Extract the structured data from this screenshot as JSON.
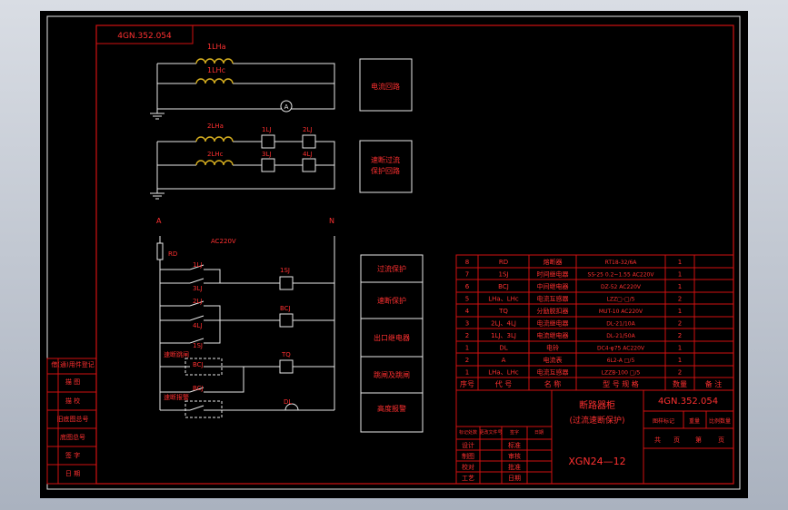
{
  "drawing": {
    "number_top": "4GN.352.054",
    "sections": {
      "current_circuit": "电流回路",
      "instant_overcurrent": [
        "速断过流",
        "保护回路"
      ]
    },
    "ac_circuit": {
      "phase": "A",
      "neutral": "N",
      "voltage": "AC220V",
      "fuse": "RD",
      "functions": [
        "过流保护",
        "速断保护",
        "出口继电器",
        "跳闸及跳闸",
        "高度报警"
      ]
    },
    "labels": {
      "ct_1a": "1LHa",
      "ct_1c": "1LHc",
      "ammeter": "A",
      "ct_2a": "2LHa",
      "ct_2c": "2LHc",
      "r_1lj": "1LJ",
      "r_2lj": "2LJ",
      "r_3lj": "3LJ",
      "r_4lj": "4LJ",
      "c_1lj": "1LJ",
      "c_3lj": "3LJ",
      "c_2lj": "2LJ",
      "c_4lj": "4LJ",
      "c_1sj": "1SJ",
      "c_bcj": "BCJ",
      "c_bcj2": "BCJ",
      "coil_1sj": "1SJ",
      "coil_bcj": "BCJ",
      "coil_tq": "TQ",
      "bell": "DL",
      "note_1": "速断跳闸",
      "note_2": "速断报警"
    },
    "bom": {
      "rows": [
        [
          "8",
          "RD",
          "熔断器",
          "RT18-32/6A",
          "1",
          ""
        ],
        [
          "7",
          "1SJ",
          "时间继电器",
          "SS-25 0.2~1.55 AC220V",
          "1",
          ""
        ],
        [
          "6",
          "BCJ",
          "中间继电器",
          "DZ-52  AC220V",
          "1",
          ""
        ],
        [
          "5",
          "LHa、LHc",
          "电流互感器",
          "LZZ□-□/5",
          "2",
          ""
        ],
        [
          "4",
          "TQ",
          "分励脱扣器",
          "MUT-10 AC220V",
          "1",
          ""
        ],
        [
          "3",
          "2LJ、4LJ",
          "电流继电器",
          "DL-21/10A",
          "2",
          ""
        ],
        [
          "2",
          "1LJ、3LJ",
          "电流继电器",
          "DL-21/50A",
          "2",
          ""
        ],
        [
          "1",
          "DL",
          "电铃",
          "DC4-φ75 AC220V",
          "1",
          ""
        ],
        [
          "2",
          "A",
          "电流表",
          "6L2-A □/5",
          "1",
          ""
        ],
        [
          "1",
          "LHa、LHc",
          "电流互感器",
          "LZZB-100 □/5",
          "2",
          ""
        ]
      ],
      "header": [
        "序号",
        "代 号",
        "名 称",
        "型 号 规 格",
        "数量",
        "备 注"
      ]
    },
    "title_block": {
      "title_1": "断路器柜",
      "title_2": "(过流速断保护)",
      "number": "4GN.352.054",
      "model": "XGN24—12",
      "small_labels": [
        "图样标记",
        "重量",
        "比例数量"
      ],
      "sheet_labels": [
        "共",
        "页",
        "第",
        "页"
      ],
      "rev_labels": [
        "标记处数",
        "更改文件号",
        "签字",
        "日期"
      ],
      "roles_left": [
        "设计",
        "制图",
        "校对",
        "工艺"
      ],
      "roles_right": [
        "标准",
        "审核",
        "批准",
        "日期"
      ]
    },
    "side_block": [
      "借(通)用件登记",
      "描 图",
      "描 校",
      "旧底图总号",
      "底图总号",
      "签 字",
      "日 期"
    ]
  }
}
